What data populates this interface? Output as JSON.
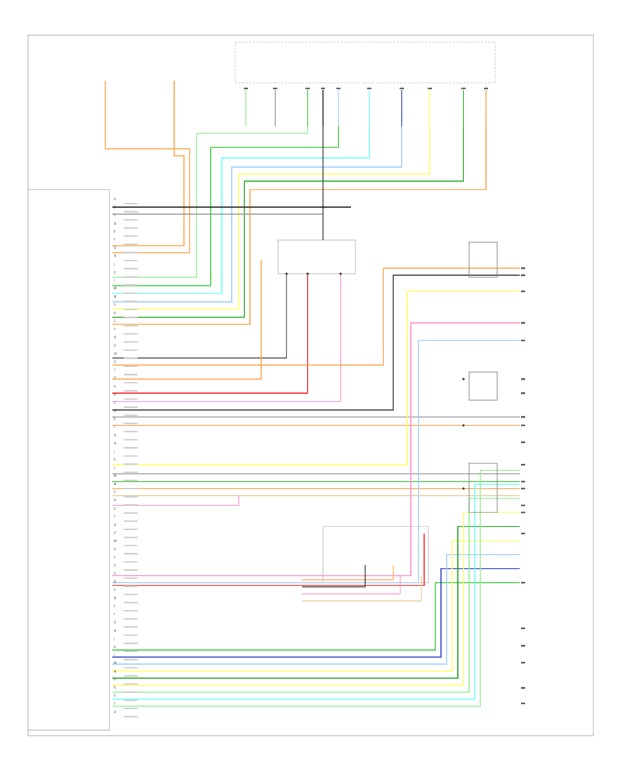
{
  "diagram": {
    "footer_note": "",
    "colors": {
      "orange": "#ffa64d",
      "green": "#33cc33",
      "ltgreen": "#99ee99",
      "cyan": "#66ffff",
      "ltblue": "#99ccff",
      "blue": "#3344cc",
      "yellow": "#ffff66",
      "pink": "#ff99cc",
      "red": "#ff3333",
      "black": "#333333",
      "gray": "#999999",
      "tan": "#e8c890",
      "dkgreen": "#22aa22",
      "violet": "#ccbbff",
      "frame": "#aaaaaa"
    },
    "module_pins": [
      "A",
      "B",
      "C",
      "D",
      "E",
      "F",
      "G",
      "H",
      "J",
      "K",
      "L",
      "M",
      "N",
      "P",
      "R",
      "S",
      "T",
      "U",
      "V",
      "W",
      "X",
      "Y",
      "Z"
    ]
  }
}
